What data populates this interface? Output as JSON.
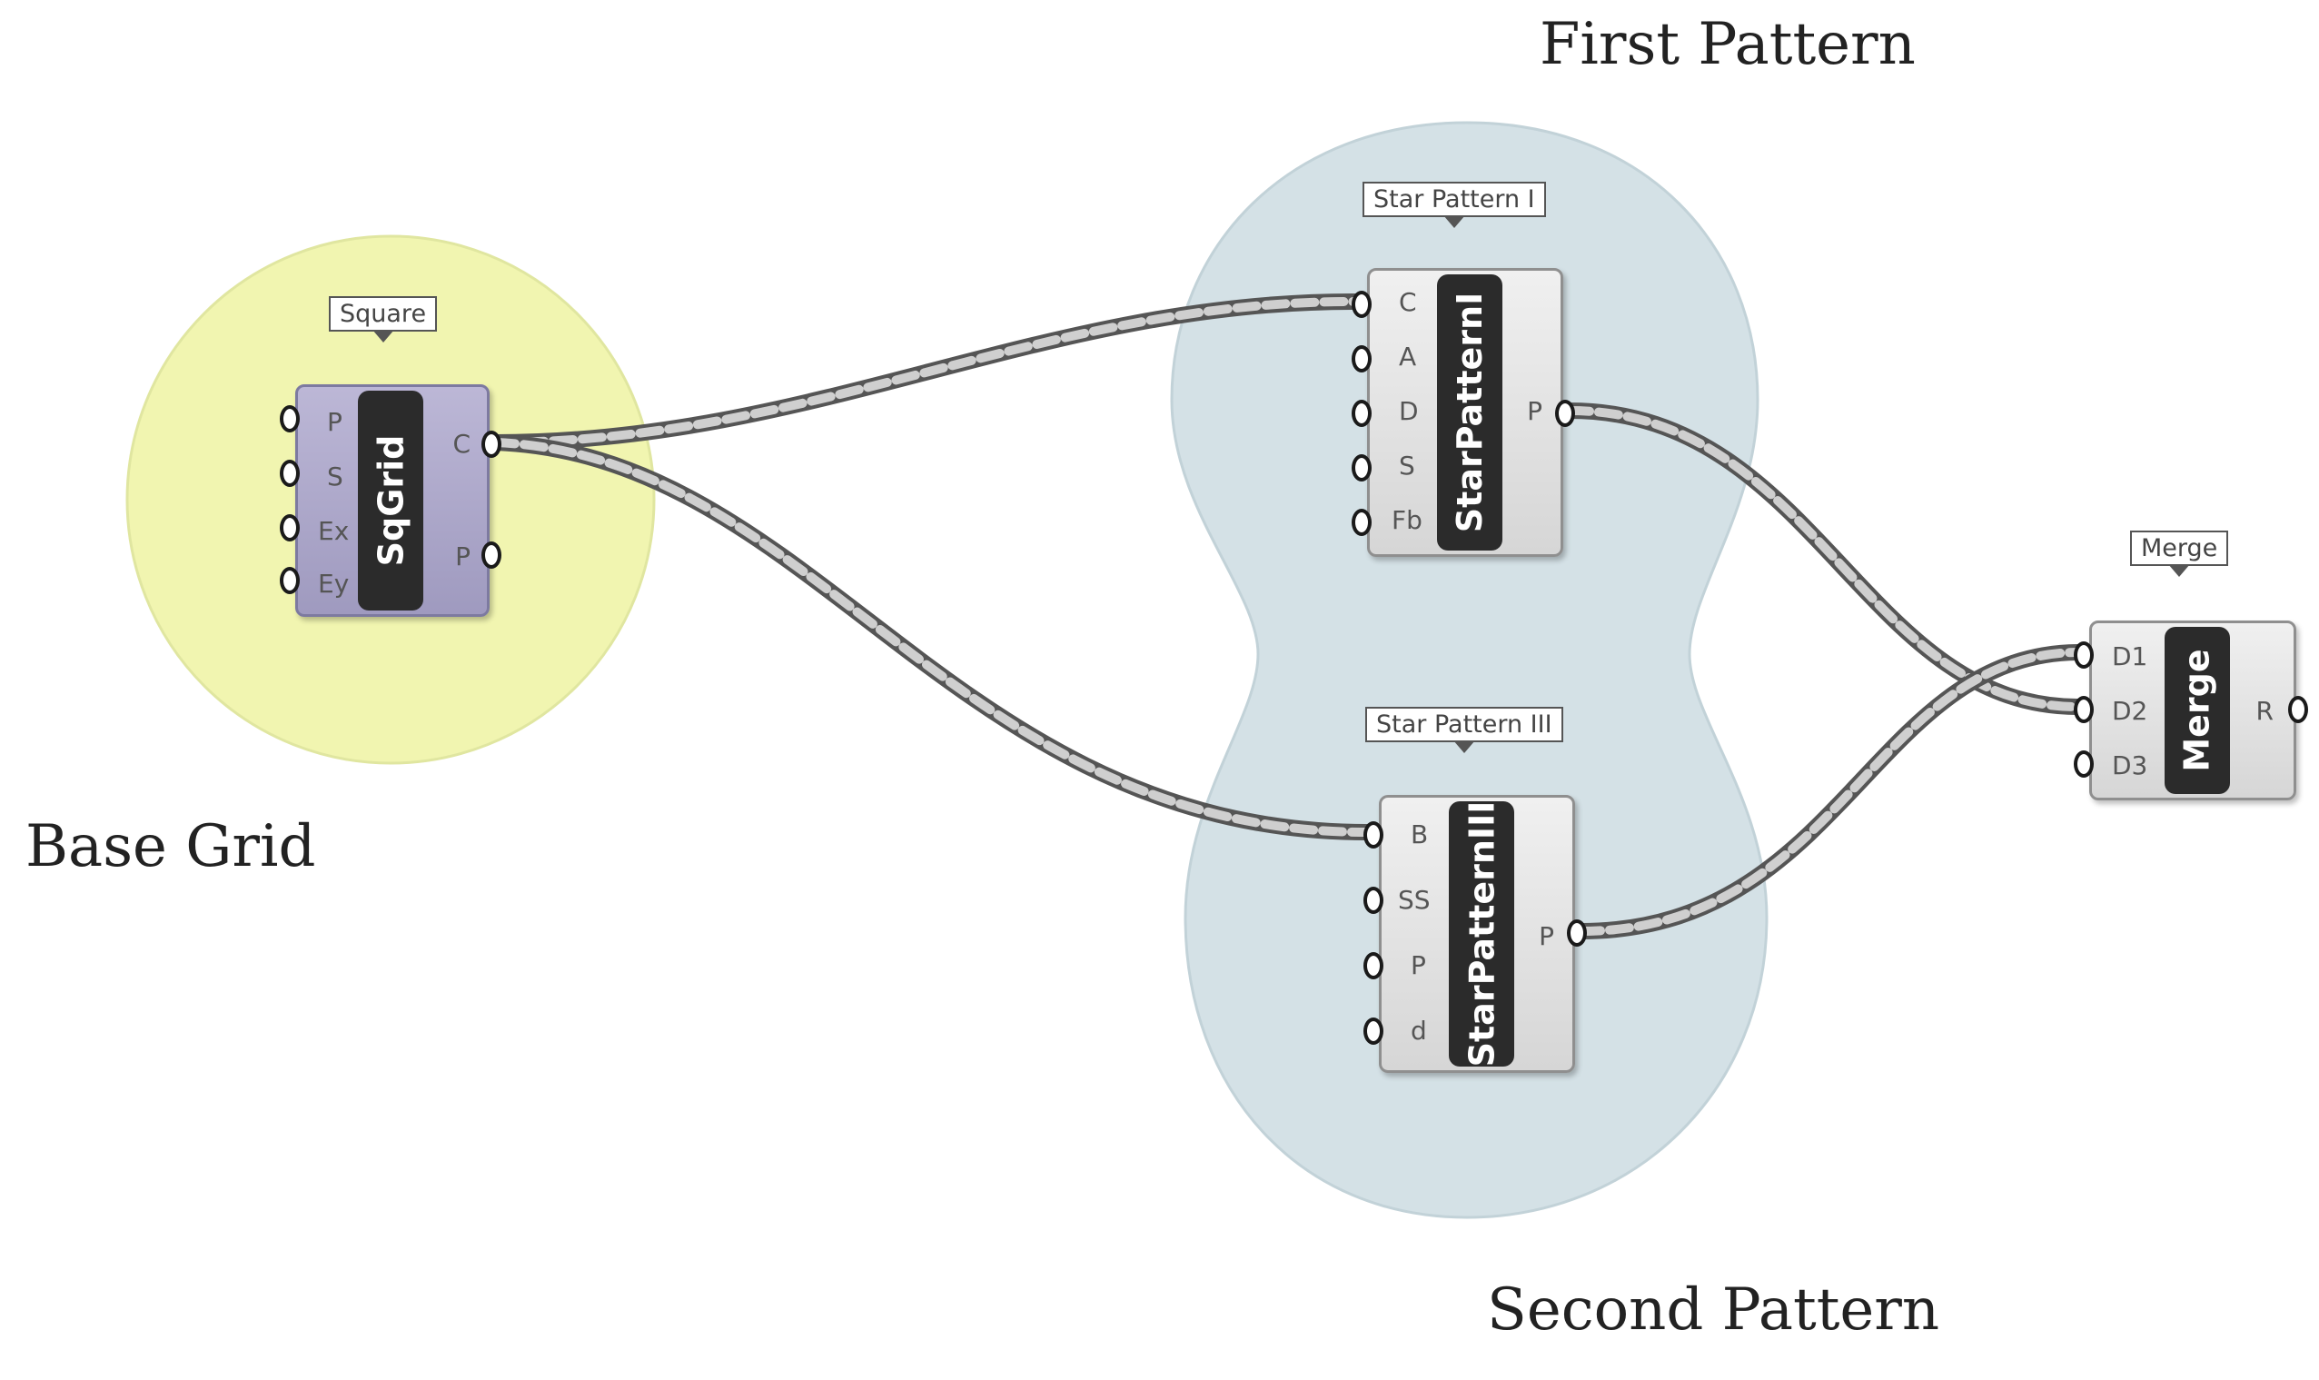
{
  "labels": {
    "first_pattern": "First Pattern",
    "base_grid": "Base Grid",
    "second_pattern": "Second Pattern"
  },
  "components": {
    "sqgrid": {
      "tag": "Square",
      "name": "SqGrid",
      "inputs": [
        "P",
        "S",
        "Ex",
        "Ey"
      ],
      "outputs": [
        "C",
        "P"
      ]
    },
    "star1": {
      "tag": "Star Pattern I",
      "name": "StarPatternI",
      "inputs": [
        "C",
        "A",
        "D",
        "S",
        "Fb"
      ],
      "outputs": [
        "P"
      ]
    },
    "star3": {
      "tag": "Star Pattern III",
      "name": "StarPatternIII",
      "inputs": [
        "B",
        "SS",
        "P",
        "d"
      ],
      "outputs": [
        "P"
      ]
    },
    "merge": {
      "tag": "Merge",
      "name": "Merge",
      "inputs": [
        "D1",
        "D2",
        "D3"
      ],
      "outputs": [
        "R"
      ]
    }
  },
  "colors": {
    "base_group": "#f1f5b0",
    "pattern_group": "#d4e1e6",
    "wire": "#8d8d8d"
  }
}
